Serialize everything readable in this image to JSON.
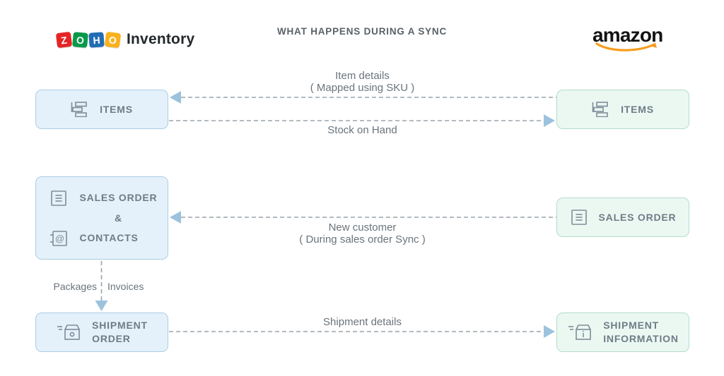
{
  "header": {
    "title": "WHAT HAPPENS DURING A SYNC",
    "zoho_logo": {
      "tiles": [
        {
          "letter": "Z",
          "color": "#E42527"
        },
        {
          "letter": "O",
          "color": "#089949"
        },
        {
          "letter": "H",
          "color": "#226DB4"
        },
        {
          "letter": "O",
          "color": "#F9B21D"
        }
      ],
      "product": "Inventory"
    },
    "amazon_logo": {
      "word": "amazon",
      "smile_color": "#F79C1D"
    }
  },
  "zoho_column": {
    "items_box": {
      "label": "ITEMS",
      "icon": "stacked-items-icon"
    },
    "sales_contacts_box": {
      "sales_label": "SALES ORDER",
      "ampersand": "&",
      "contacts_label": "CONTACTS",
      "icons": [
        "document-icon",
        "address-book-icon"
      ]
    },
    "shipment_box": {
      "label": "SHIPMENT\nORDER",
      "icon": "package-icon"
    }
  },
  "amazon_column": {
    "items_box": {
      "label": "ITEMS",
      "icon": "stacked-items-icon"
    },
    "sales_box": {
      "label": "SALES ORDER",
      "icon": "document-icon"
    },
    "shipment_box": {
      "label": "SHIPMENT\nINFORMATION",
      "icon": "package-info-icon"
    }
  },
  "flows": {
    "item_details": {
      "label": "Item details\n( Mapped using SKU )",
      "direction": "amazon-to-zoho"
    },
    "stock_on_hand": {
      "label": "Stock on Hand",
      "direction": "zoho-to-amazon"
    },
    "new_customer": {
      "label": "New customer\n( During sales order Sync )",
      "direction": "amazon-to-zoho"
    },
    "packages_invoices": {
      "left_label": "Packages",
      "right_label": "Invoices",
      "direction": "down"
    },
    "shipment_details": {
      "label": "Shipment details",
      "direction": "zoho-to-amazon"
    }
  },
  "colors": {
    "zoho_box_bg": "#e4f1fa",
    "zoho_box_border": "#abcde4",
    "amazon_box_bg": "#ebf8f2",
    "amazon_box_border": "#b4dcca",
    "arrow_dash": "#9aa4ac",
    "arrow_head": "#9cc2dd",
    "box_text": "#6e7c87",
    "label_text": "#6a737b",
    "title_text": "#5a6167"
  }
}
